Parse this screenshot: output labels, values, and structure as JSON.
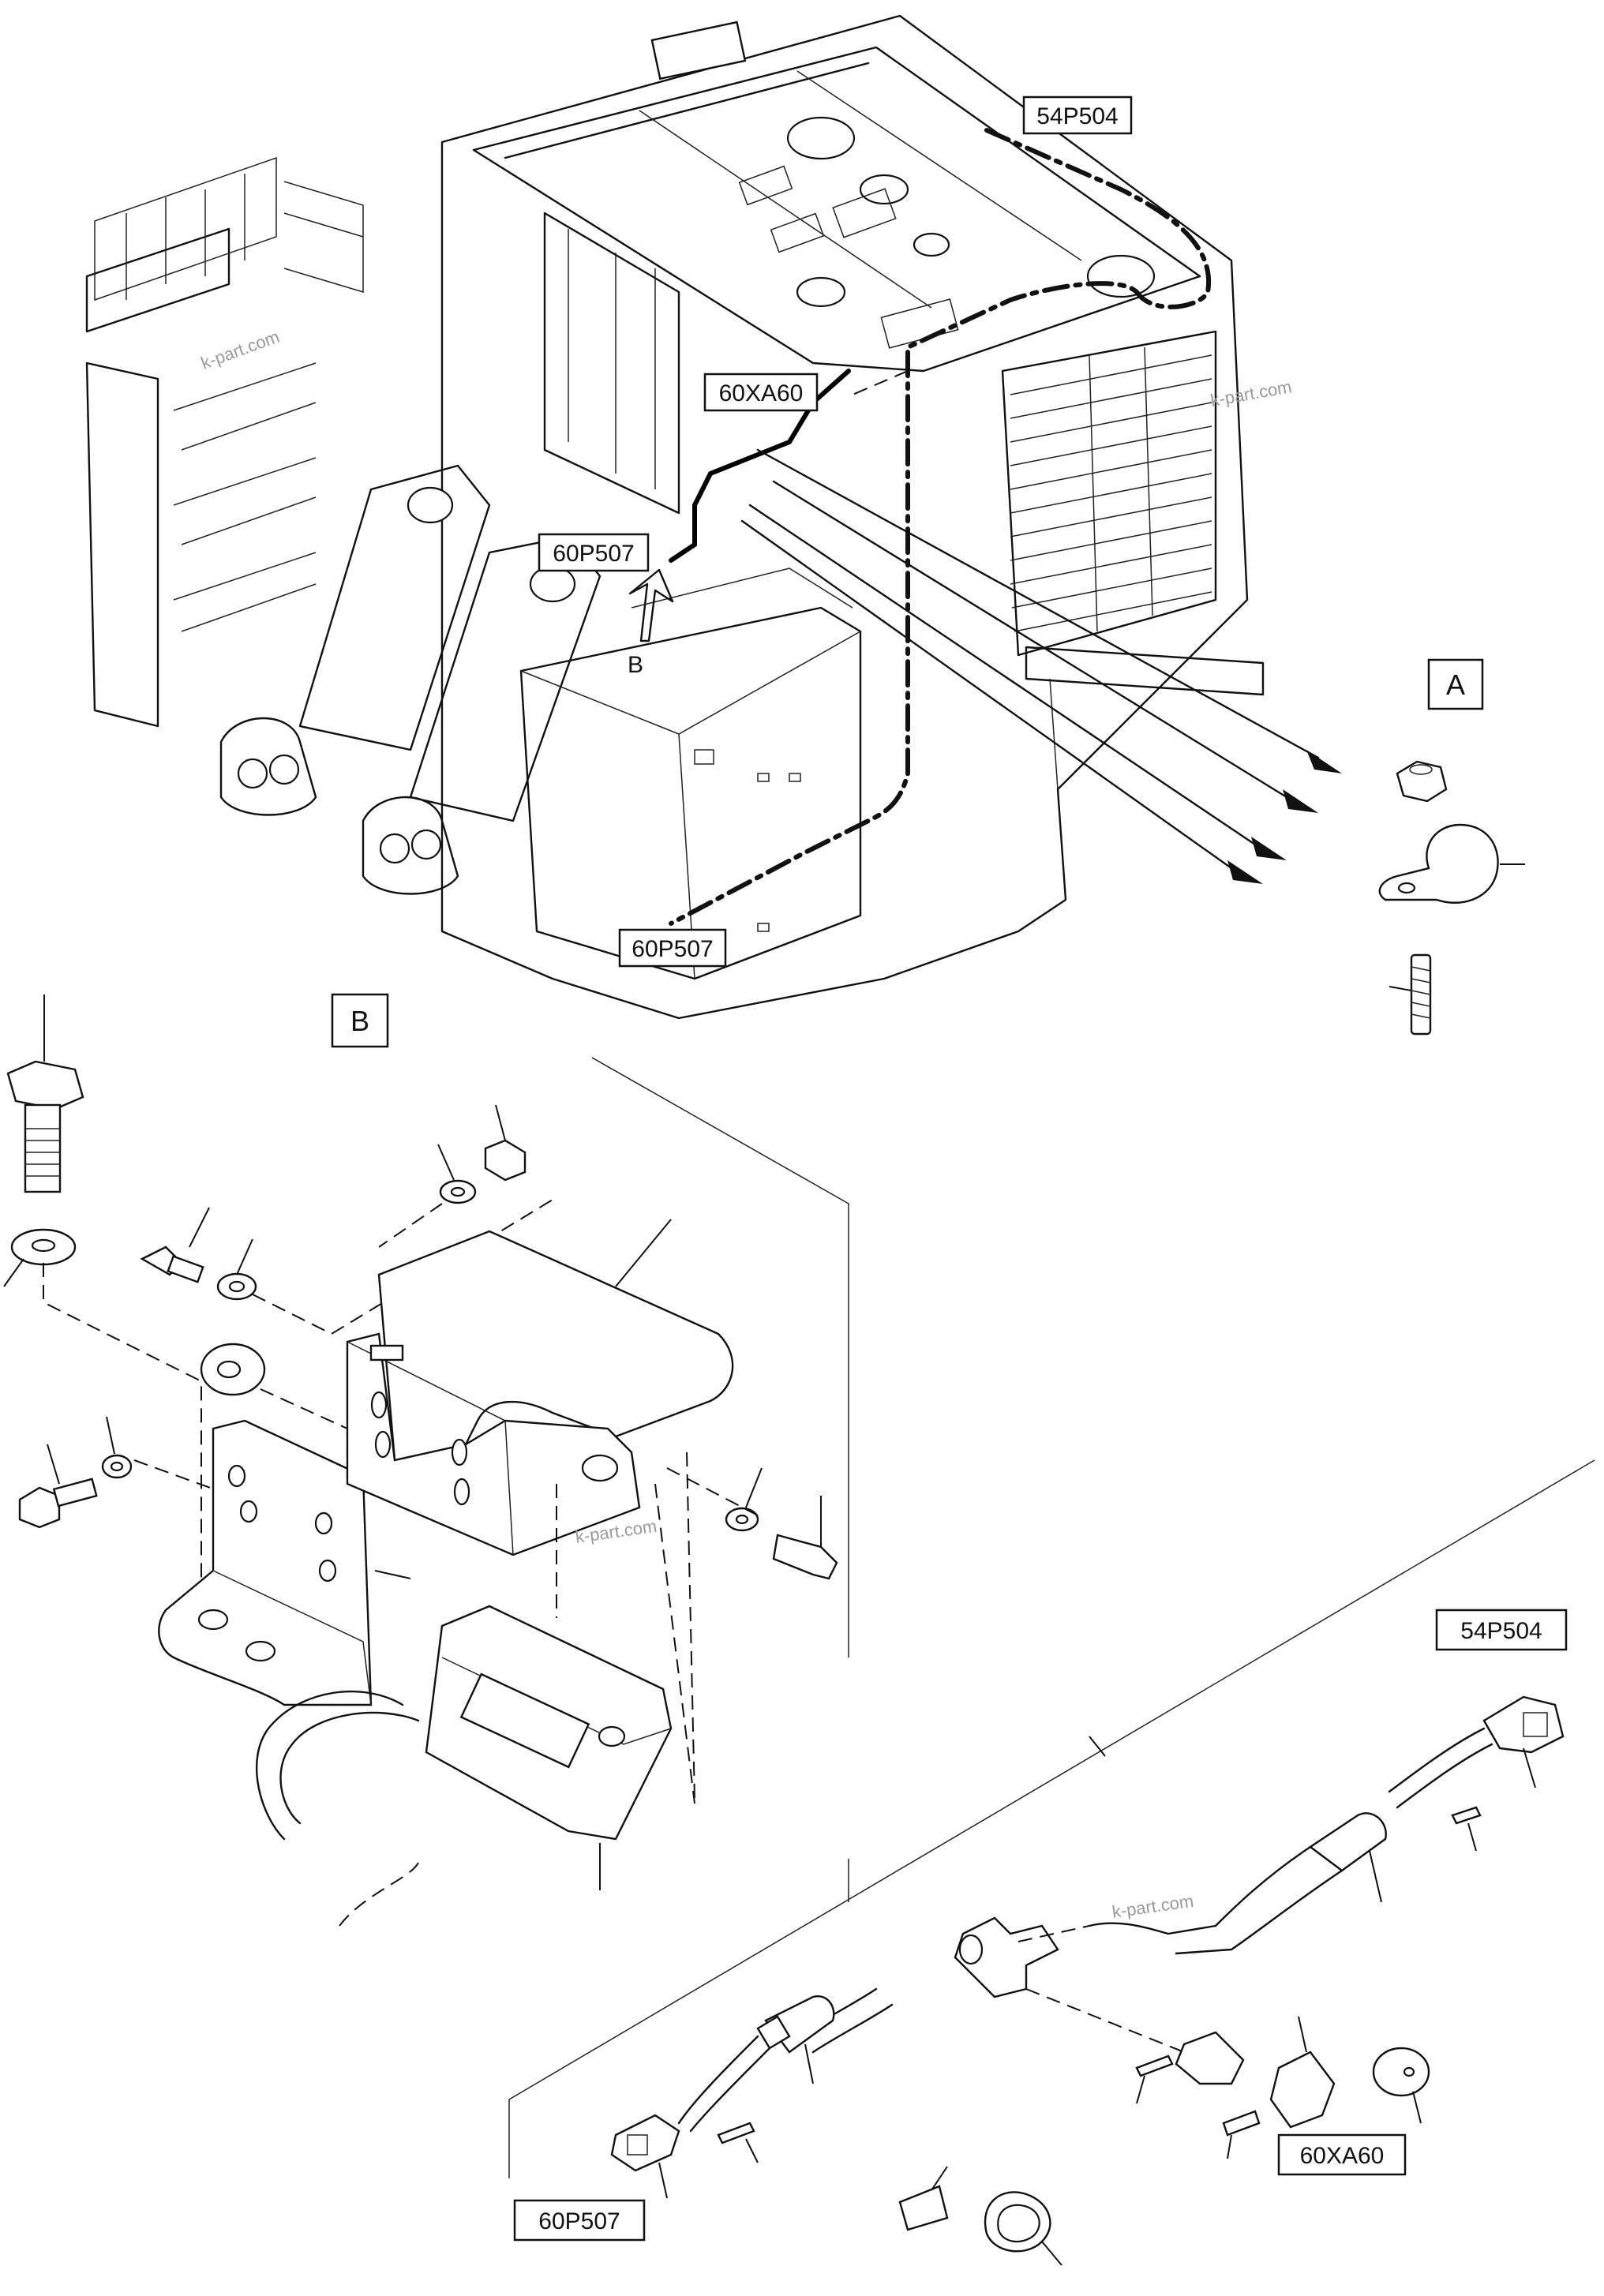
{
  "labels": {
    "connector_54p504_top": "54P504",
    "connector_60xa60_top": "60XA60",
    "connector_60p507_upper": "60P507",
    "connector_60p507_lower": "60P507",
    "view_b_arrow": "B",
    "detail_a": "A",
    "detail_b": "B",
    "connector_54p504_detail": "54P504",
    "connector_60xa60_detail": "60XA60",
    "connector_60p507_detail": "60P507"
  },
  "watermarks": {
    "wm1": "k-part.com",
    "wm2": "k-part.com",
    "wm3": "k-part.com",
    "wm4": "k-part.com"
  }
}
